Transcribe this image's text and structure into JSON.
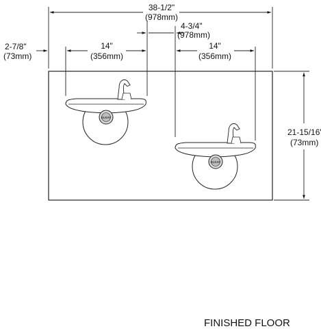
{
  "dimensions": {
    "overall_width": {
      "imperial": "38-1/2\"",
      "metric": "(978mm)"
    },
    "center_gap": {
      "imperial": "4-3/4\"",
      "metric": "(978mm)"
    },
    "left_fountain_width": {
      "imperial": "14\"",
      "metric": "(356mm)"
    },
    "right_fountain_width": {
      "imperial": "14\"",
      "metric": "(356mm)"
    },
    "left_offset": {
      "imperial": "2-7/8\"",
      "metric": "(73mm)"
    },
    "height": {
      "imperial": "21-15/16'",
      "metric": "(73mm)"
    }
  },
  "fountains": [
    {
      "brand": "ELKAY"
    },
    {
      "brand": "ELKAY"
    }
  ],
  "footer": {
    "floor_label": "FINISHED FLOOR"
  }
}
